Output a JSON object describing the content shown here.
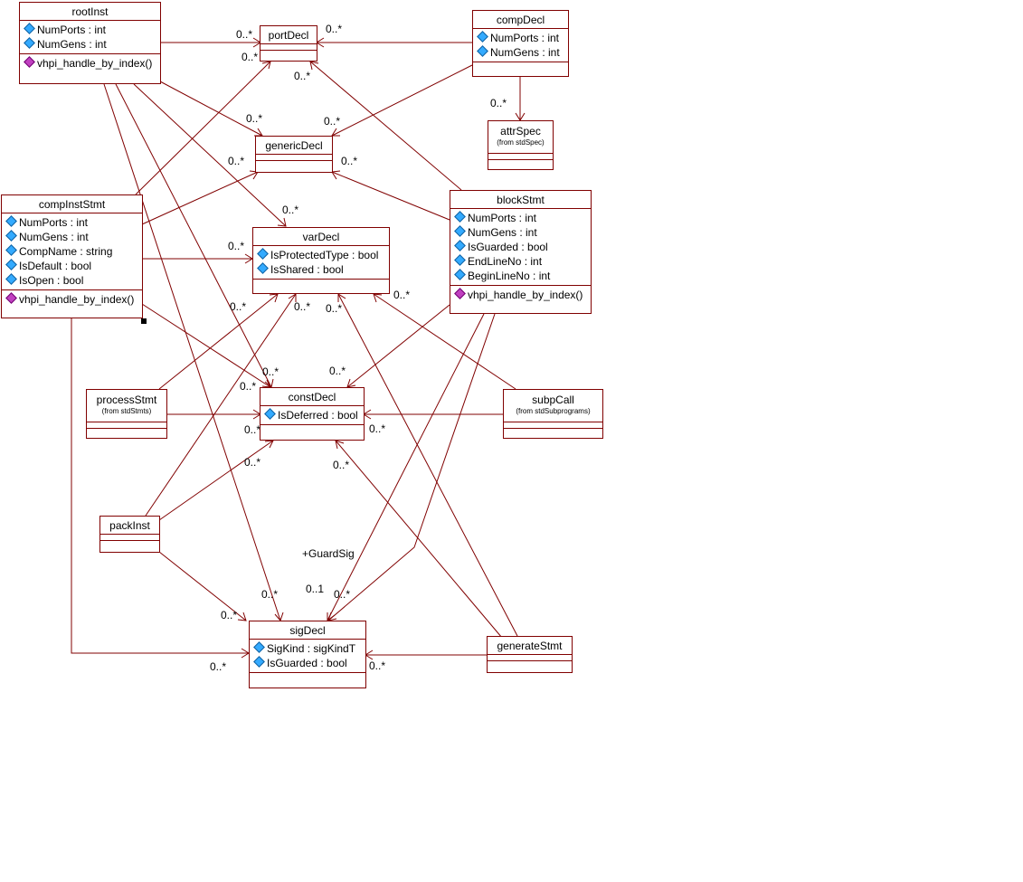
{
  "diagram": {
    "classes": {
      "rootInst": {
        "name": "rootInst",
        "attrs": [
          "NumPorts : int",
          "NumGens : int"
        ],
        "ops": [
          "vhpi_handle_by_index()"
        ]
      },
      "portDecl": {
        "name": "portDecl"
      },
      "compDecl": {
        "name": "compDecl",
        "attrs": [
          "NumPorts : int",
          "NumGens : int"
        ]
      },
      "attrSpec": {
        "name": "attrSpec",
        "from": "(from stdSpec)"
      },
      "genericDecl": {
        "name": "genericDecl"
      },
      "compInstStmt": {
        "name": "compInstStmt",
        "attrs": [
          "NumPorts : int",
          "NumGens : int",
          "CompName : string",
          "IsDefault : bool",
          "IsOpen : bool"
        ],
        "ops": [
          "vhpi_handle_by_index()"
        ]
      },
      "varDecl": {
        "name": "varDecl",
        "attrs": [
          "IsProtectedType : bool",
          "IsShared : bool"
        ]
      },
      "blockStmt": {
        "name": "blockStmt",
        "attrs": [
          "NumPorts : int",
          "NumGens : int",
          "IsGuarded : bool",
          "EndLineNo : int",
          "BeginLineNo : int"
        ],
        "ops": [
          "vhpi_handle_by_index()"
        ]
      },
      "processStmt": {
        "name": "processStmt",
        "from": "(from stdStmts)"
      },
      "constDecl": {
        "name": "constDecl",
        "attrs": [
          "IsDeferred : bool"
        ]
      },
      "subpCall": {
        "name": "subpCall",
        "from": "(from stdSubprograms)"
      },
      "packInst": {
        "name": "packInst"
      },
      "sigDecl": {
        "name": "sigDecl",
        "attrs": [
          "SigKind : sigKindT",
          "IsGuarded : bool"
        ]
      },
      "generateStmt": {
        "name": "generateStmt"
      }
    },
    "labels": {
      "m_root_port": "0..*",
      "m_port_left": "0..*",
      "m_comp_port": "0..*",
      "m_block_port": "0..*",
      "m_attr": "0..*",
      "m_root_gen": "0..*",
      "m_comp_gen": "0..*",
      "m_ci_gen": "0..*",
      "m_block_gen": "0..*",
      "m_root_var": "0..*",
      "m_ci_var": "0..*",
      "m_proc_var": "0..*",
      "m_pack_var": "0..*",
      "m_block_var": "0..*",
      "m_subp_var": "0..*",
      "m_root_const": "0..*",
      "m_block_const": "0..*",
      "m_ci_const": "0..*",
      "m_proc_const": "0..*",
      "m_pack_const": "0..*",
      "m_subp_const": "0..*",
      "m_gen_const": "0..*",
      "role_guardsig": "+GuardSig",
      "m_guard_01": "0..1",
      "m_root_sig": "0..*",
      "m_block_sig": "0..*",
      "m_pack_sig": "0..*",
      "m_ci_sig": "0..*",
      "m_gen_sig": "0..*"
    }
  }
}
